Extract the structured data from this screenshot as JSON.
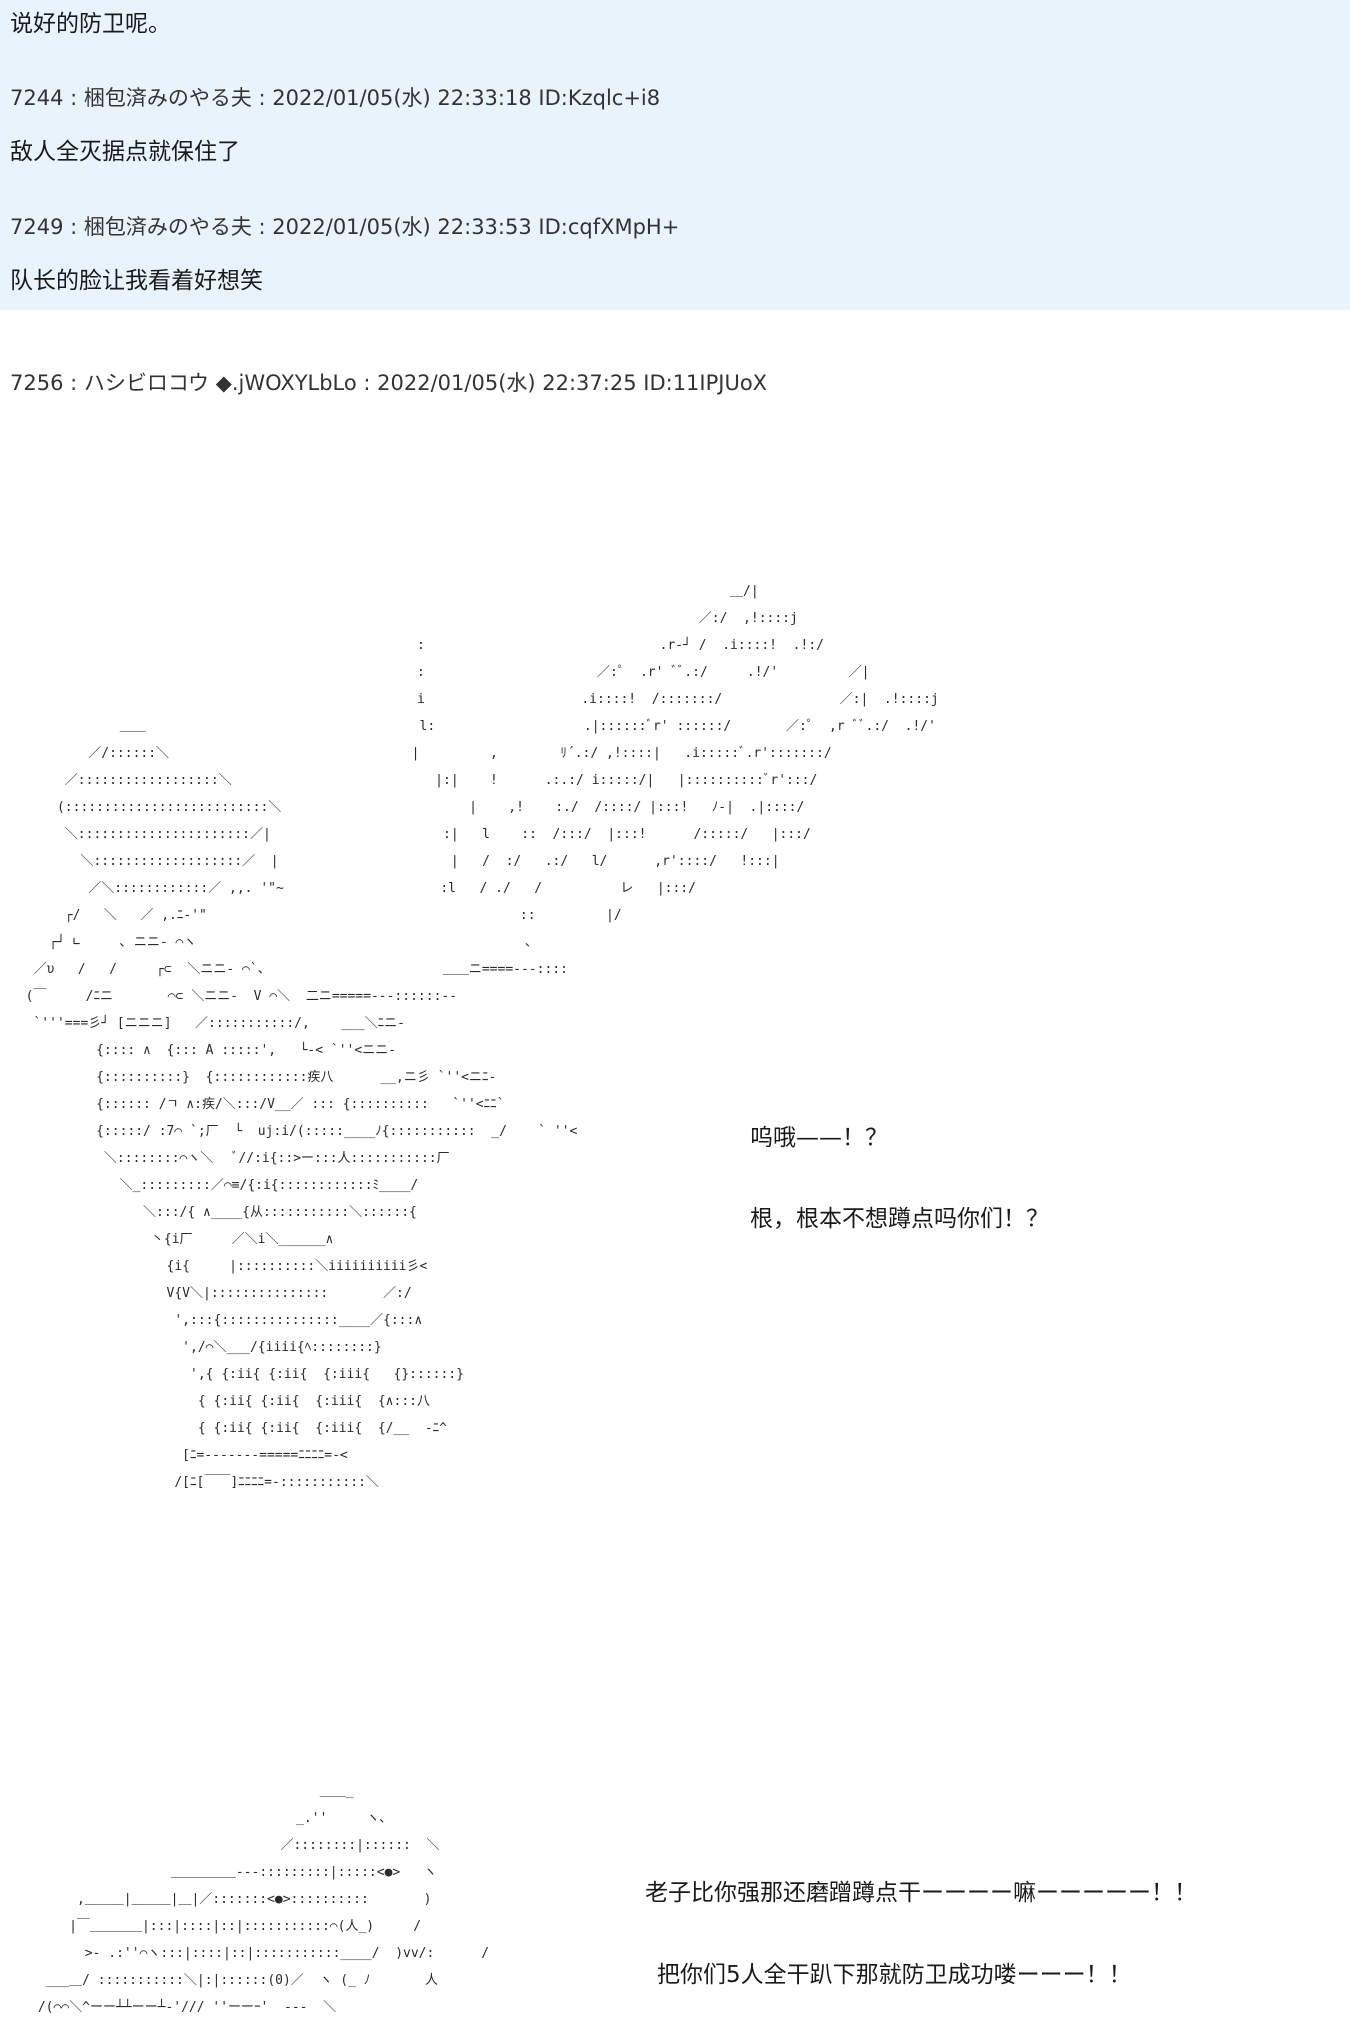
{
  "previous_post": {
    "text": "说好的防卫呢。"
  },
  "posts": [
    {
      "header": "7244 : 梱包済みのやる夫 : 2022/01/05(水) 22:33:18 ID:Kzqlc+i8",
      "text": "敌人全灭据点就保住了"
    },
    {
      "header": "7249 : 梱包済みのやる夫 : 2022/01/05(水) 22:33:53 ID:cqfXMpH+",
      "text": "队长的脸让我看着好想笑"
    }
  ],
  "main_post": {
    "header": "7256 : ハシビロコウ ◆.jWOXYLbLo : 2022/01/05(水) 22:37:25 ID:11IPJUoX",
    "dialog_1": "呜哦——！？",
    "dialog_2": "根，根本不想蹲点吗你们！？",
    "dialog_3": "老子比你强那还磨蹭蹲点干ーーーー嘛ーーーーー！！",
    "dialog_4": "把你们5人全干趴下那就防卫成功喽ーーー！！"
  },
  "colors": {
    "highlight_background": "#e8f3fc",
    "page_background": "#ffffff",
    "text": "#1a1a1a"
  }
}
